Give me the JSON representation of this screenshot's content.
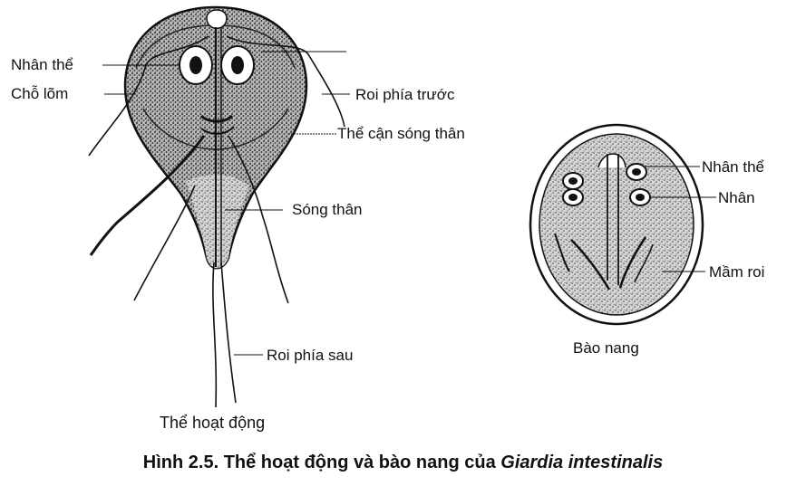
{
  "trophozoite": {
    "labels": {
      "nucleus": "Nhân thể",
      "depression": "Chỗ lõm",
      "anterior_flagella": "Roi phía trước",
      "parabasal_body": "Thể cận sóng thân",
      "axostyle": "Sóng thân",
      "posterior_flagella": "Roi phía sau"
    },
    "caption": "Thể hoạt động"
  },
  "cyst": {
    "labels": {
      "nucleus_body": "Nhân thể",
      "nucleus": "Nhân",
      "flagella_bud": "Mầm roi"
    },
    "caption": "Bào nang"
  },
  "figure_caption": {
    "prefix": "Hình 2.5. Thể hoạt động và bào nang của ",
    "species": "Giardia intestinalis"
  }
}
